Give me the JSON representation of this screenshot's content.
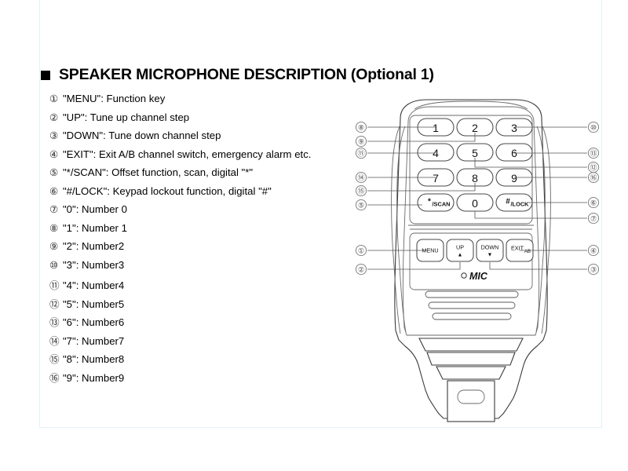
{
  "page": {
    "heading": "SPEAKER MICROPHONE DESCRIPTION (Optional 1)",
    "bullet_icon": "filled-square-bullet",
    "frame_color": "#e3f2f7"
  },
  "description_list": [
    {
      "marker": "①",
      "number": 1,
      "text": "\"MENU\": Function key"
    },
    {
      "marker": "②",
      "number": 2,
      "text": "\"UP\": Tune up channel step"
    },
    {
      "marker": "③",
      "number": 3,
      "text": "\"DOWN\": Tune down channel step"
    },
    {
      "marker": "④",
      "number": 4,
      "text": "\"EXIT\": Exit A/B channel switch, emergency alarm etc."
    },
    {
      "marker": "⑤",
      "number": 5,
      "text": "\"*/SCAN\": Offset function, scan, digital \"*\""
    },
    {
      "marker": "⑥",
      "number": 6,
      "text": "\"#/LOCK\": Keypad lockout function, digital \"#\""
    },
    {
      "marker": "⑦",
      "number": 7,
      "text": "\"0\": Number 0"
    },
    {
      "marker": "⑧",
      "number": 8,
      "text": "\"1\": Number 1"
    },
    {
      "marker": "⑨",
      "number": 9,
      "text": "\"2\": Number2"
    },
    {
      "marker": "⑩",
      "number": 10,
      "text": "\"3\": Number3"
    },
    {
      "marker": "⑪",
      "number": 11,
      "text": "\"4\": Number4"
    },
    {
      "marker": "⑫",
      "number": 12,
      "text": "\"5\": Number5"
    },
    {
      "marker": "⑬",
      "number": 13,
      "text": "\"6\": Number6"
    },
    {
      "marker": "⑭",
      "number": 14,
      "text": "\"7\": Number7"
    },
    {
      "marker": "⑮",
      "number": 15,
      "text": "\"8\": Number8"
    },
    {
      "marker": "⑯",
      "number": 16,
      "text": "\"9\": Number9"
    }
  ],
  "diagram": {
    "name": "speaker-microphone",
    "mic_label": "MIC",
    "mic_led_icon": "small-circle-led",
    "keypad": {
      "rows": [
        [
          {
            "label": "1"
          },
          {
            "label": "2"
          },
          {
            "label": "3"
          }
        ],
        [
          {
            "label": "4"
          },
          {
            "label": "5"
          },
          {
            "label": "6"
          }
        ],
        [
          {
            "label": "7"
          },
          {
            "label": "8"
          },
          {
            "label": "9"
          }
        ],
        [
          {
            "label": "*",
            "sub": "/SCAN"
          },
          {
            "label": "0"
          },
          {
            "label": "#",
            "sub": "/LOCK"
          }
        ]
      ]
    },
    "function_row": [
      {
        "label": "MENU",
        "glyph": ""
      },
      {
        "label": "UP",
        "glyph": "▲"
      },
      {
        "label": "DOWN",
        "glyph": "▼"
      },
      {
        "label": "EXIT",
        "sub": "AB"
      }
    ],
    "callouts_left": [
      {
        "marker": "⑧",
        "target": "key-1"
      },
      {
        "marker": "⑨",
        "target": "key-2"
      },
      {
        "marker": "⑪",
        "target": "key-4"
      },
      {
        "marker": "⑭",
        "target": "key-7"
      },
      {
        "marker": "⑮",
        "target": "key-8"
      },
      {
        "marker": "⑤",
        "target": "key-star-scan"
      },
      {
        "marker": "①",
        "target": "key-menu"
      },
      {
        "marker": "②",
        "target": "key-up"
      }
    ],
    "callouts_right": [
      {
        "marker": "⑩",
        "target": "key-3"
      },
      {
        "marker": "⑬",
        "target": "key-6"
      },
      {
        "marker": "⑫",
        "target": "key-5"
      },
      {
        "marker": "⑯",
        "target": "key-9"
      },
      {
        "marker": "⑥",
        "target": "key-hash-lock"
      },
      {
        "marker": "⑦",
        "target": "key-0"
      },
      {
        "marker": "④",
        "target": "key-exit"
      },
      {
        "marker": "③",
        "target": "key-down"
      }
    ]
  }
}
